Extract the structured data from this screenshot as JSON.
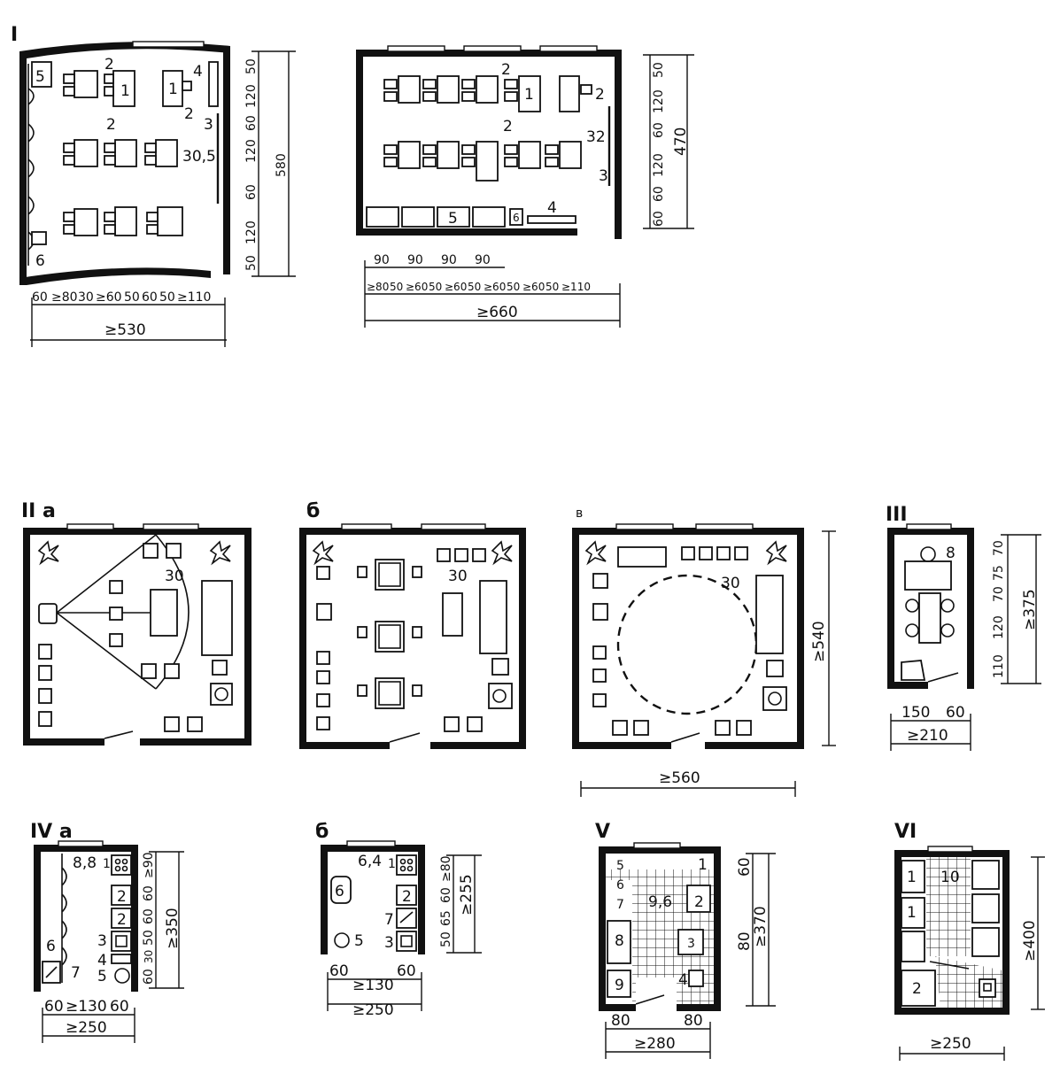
{
  "panels": {
    "I": {
      "label": "I",
      "left": {
        "room_labels": [
          "5",
          "2",
          "1",
          "1",
          "2",
          "2",
          "4",
          "3",
          "30,5",
          "6"
        ],
        "dims_bottom": [
          "60",
          "≥80",
          "30",
          "≥60",
          "50",
          "60",
          "50",
          "≥110"
        ],
        "overall_bottom": "≥530",
        "dims_right": [
          "50",
          "120",
          "60",
          "120",
          "60",
          "120",
          "50"
        ],
        "overall_right": "580"
      },
      "right": {
        "room_labels": [
          "2",
          "1",
          "2",
          "2",
          "32",
          "3",
          "5",
          "6",
          "4"
        ],
        "dims_top": [
          "90",
          "90",
          "90",
          "90"
        ],
        "dims_bottom": [
          "≥80",
          "50",
          "≥60",
          "50",
          "≥60",
          "50",
          "≥60",
          "50",
          "≥60",
          "50",
          "≥110"
        ],
        "overall_bottom": "≥660",
        "dims_right": [
          "50",
          "120",
          "60",
          "120",
          "60",
          "60"
        ],
        "overall_right": "470"
      }
    },
    "II": {
      "label_a": "II а",
      "label_b": "б",
      "label_v": "в",
      "area_a": "30",
      "area_b": "30",
      "area_v": "30",
      "dim_width": "≥560",
      "dim_height": "≥540"
    },
    "III": {
      "label": "III",
      "area": "8",
      "dims_right": [
        "70",
        "75",
        "70",
        "120",
        "110"
      ],
      "overall_right": "≥375",
      "dims_bottom": [
        "150",
        "60"
      ],
      "overall_bottom": "≥210"
    },
    "IV": {
      "label_a": "IV а",
      "label_b": "б",
      "a": {
        "area": "8,8",
        "labels": [
          "1",
          "2",
          "2",
          "3",
          "4",
          "5",
          "6",
          "7"
        ],
        "dims_right": [
          "≥90",
          "60",
          "60",
          "50",
          "30",
          "60"
        ],
        "overall_right": "≥350",
        "dims_bottom": [
          "60",
          "≥130",
          "60"
        ],
        "overall_bottom": "≥250"
      },
      "b": {
        "area": "6,4",
        "labels": [
          "1",
          "2",
          "7",
          "3",
          "6",
          "5"
        ],
        "dims_right": [
          "≥80",
          "60",
          "65",
          "50"
        ],
        "overall_right": "≥255",
        "dims_bottom": [
          "60",
          "≥130",
          "60"
        ],
        "overall_bottom": "≥250"
      }
    },
    "V": {
      "label": "V",
      "area": "9,6",
      "labels": [
        "5",
        "1",
        "6",
        "7",
        "2",
        "8",
        "3",
        "9",
        "4"
      ],
      "dims_right": [
        "60",
        "80"
      ],
      "overall_right": "≥370",
      "dims_bottom": [
        "80",
        "80"
      ],
      "overall_bottom": "≥280"
    },
    "VI": {
      "label": "VI",
      "labels": [
        "1",
        "10",
        "1",
        "2"
      ],
      "overall_right": "≥400",
      "overall_bottom": "≥250"
    }
  }
}
